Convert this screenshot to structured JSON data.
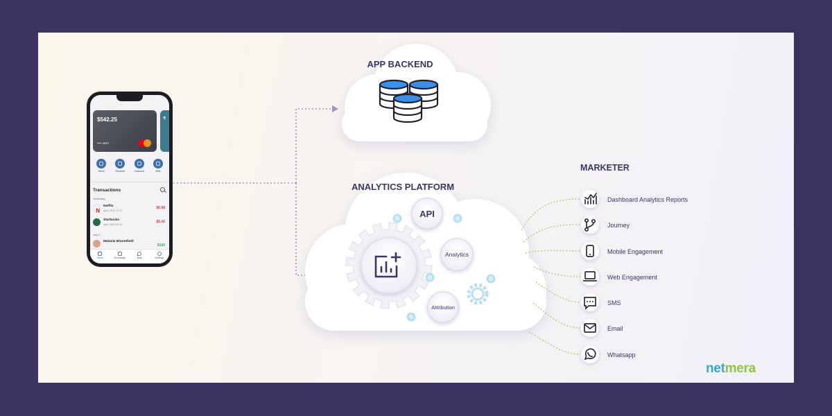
{
  "diagram": {
    "backend": {
      "title": "APP BACKEND",
      "icon": "database-icon"
    },
    "analytics": {
      "title": "ANALYTICS PLATFORM",
      "center_icon": "analytics-chart-icon",
      "nodes": [
        "API",
        "Analytics",
        "Attribution"
      ]
    },
    "marketer": {
      "title": "MARKETER",
      "items": [
        {
          "label": "Dashboard Analytics Reports",
          "icon": "bar-chart-icon"
        },
        {
          "label": "Journey",
          "icon": "journey-branch-icon"
        },
        {
          "label": "Mobile Engagement",
          "icon": "mobile-phone-icon"
        },
        {
          "label": "Web Engagement",
          "icon": "laptop-icon"
        },
        {
          "label": "SMS",
          "icon": "sms-chat-icon"
        },
        {
          "label": "Email",
          "icon": "email-envelope-icon"
        },
        {
          "label": "Whatsapp",
          "icon": "whatsapp-icon"
        }
      ]
    }
  },
  "phone": {
    "card": {
      "balance": "$542.25",
      "number": "•••• 4567"
    },
    "card2_symbol": "₹",
    "actions": [
      "Send",
      "Receive",
      "Cashout",
      "Bills"
    ],
    "transactions_title": "Transactions",
    "groups": [
      {
        "label": "Yesterday",
        "items": [
          {
            "name": "Netflix",
            "date": "April, 2022 17:23",
            "amount": "$6.98",
            "color": "#e03b3b",
            "icon_color": "#e50914"
          },
          {
            "name": "Starbucks",
            "date": "April, 2022 09:13",
            "amount": "$5.42",
            "color": "#e03b3b",
            "icon_color": "#1e6b45"
          }
        ]
      },
      {
        "label": "July 5",
        "items": [
          {
            "name": "Melanie Bloomfield",
            "date": "",
            "amount": "$100",
            "color": "#3aa75a",
            "icon_color": "#d9a58a"
          }
        ]
      }
    ],
    "tabs": [
      "Home",
      "Exchange",
      "Map",
      "Settings"
    ]
  },
  "brand": {
    "name_part1": "net",
    "name_part2": "mera",
    "color1": "#3aa7c7",
    "color2": "#8cc63f"
  },
  "colors": {
    "accent": "#3a3567",
    "db_blue": "#3c8ee8",
    "connector": "#9e8fcf",
    "line": "#b8c47a"
  }
}
